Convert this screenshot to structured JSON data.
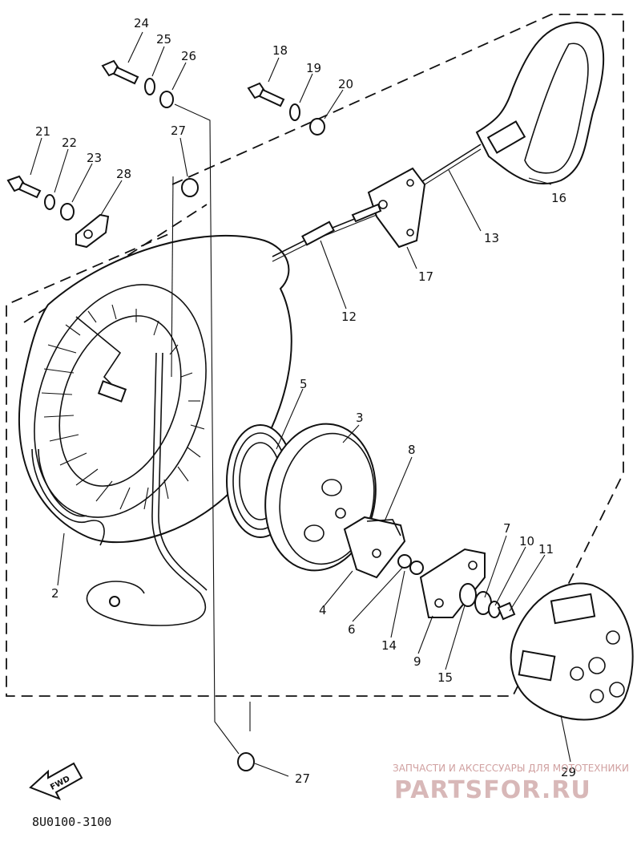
{
  "diagram": {
    "callouts": [
      "24",
      "25",
      "26",
      "18",
      "19",
      "20",
      "21",
      "22",
      "23",
      "28",
      "27",
      "16",
      "13",
      "17",
      "12",
      "5",
      "3",
      "8",
      "2",
      "4",
      "6",
      "14",
      "9",
      "15",
      "7",
      "10",
      "11",
      "29",
      "27"
    ],
    "fwd_label": "FWD",
    "drawing_code": "8U0100-3100"
  },
  "watermark": {
    "top_text": "ЗАПЧАСТИ И АКСЕССУАРЫ ДЛЯ МОТОТЕХНИКИ",
    "brand_text": "PARTSFOR.RU"
  },
  "colors": {
    "watermark": "#d8b8b8",
    "ink": "#111111"
  }
}
